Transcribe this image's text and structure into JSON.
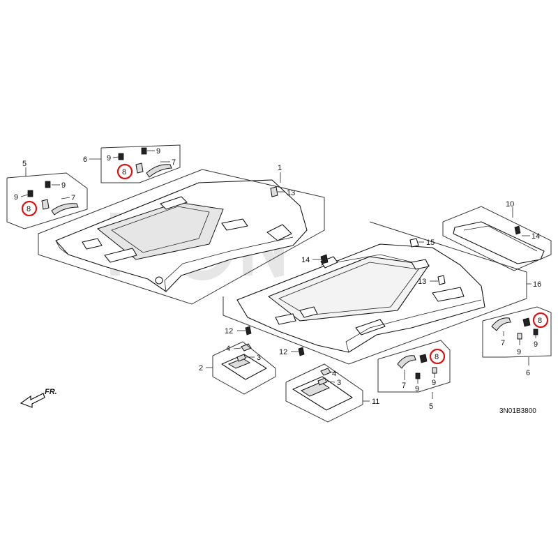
{
  "diagram_code": "3N01B3800",
  "direction_label": "FR.",
  "colors": {
    "highlight": "#dd1111",
    "line": "#111111",
    "watermark": "#c8c8c8"
  },
  "callouts": {
    "c1": "1",
    "c2": "2",
    "c3a": "3",
    "c3b": "3",
    "c4a": "4",
    "c4b": "4",
    "c5a": "5",
    "c5b": "5",
    "c6a": "6",
    "c6b": "6",
    "c7a": "7",
    "c7b": "7",
    "c7c": "7",
    "c7d": "7",
    "c8a": "8",
    "c8b": "8",
    "c8c": "8",
    "c8d": "8",
    "c9a": "9",
    "c9b": "9",
    "c9c": "9",
    "c9d": "9",
    "c9e": "9",
    "c9f": "9",
    "c9g": "9",
    "c9h": "9",
    "c10": "10",
    "c11": "11",
    "c12a": "12",
    "c12b": "12",
    "c13a": "13",
    "c13b": "13",
    "c14a": "14",
    "c14b": "14",
    "c15": "15",
    "c16": "16"
  },
  "icons": [
    "arrow-fr-icon",
    "headliner-1",
    "headliner-16",
    "grab-handle-7",
    "clip-8",
    "cap-9",
    "sunvisor",
    "rear-trim-10",
    "clip-12",
    "clip-13",
    "clip-14",
    "clip-15",
    "watermark-logo"
  ]
}
